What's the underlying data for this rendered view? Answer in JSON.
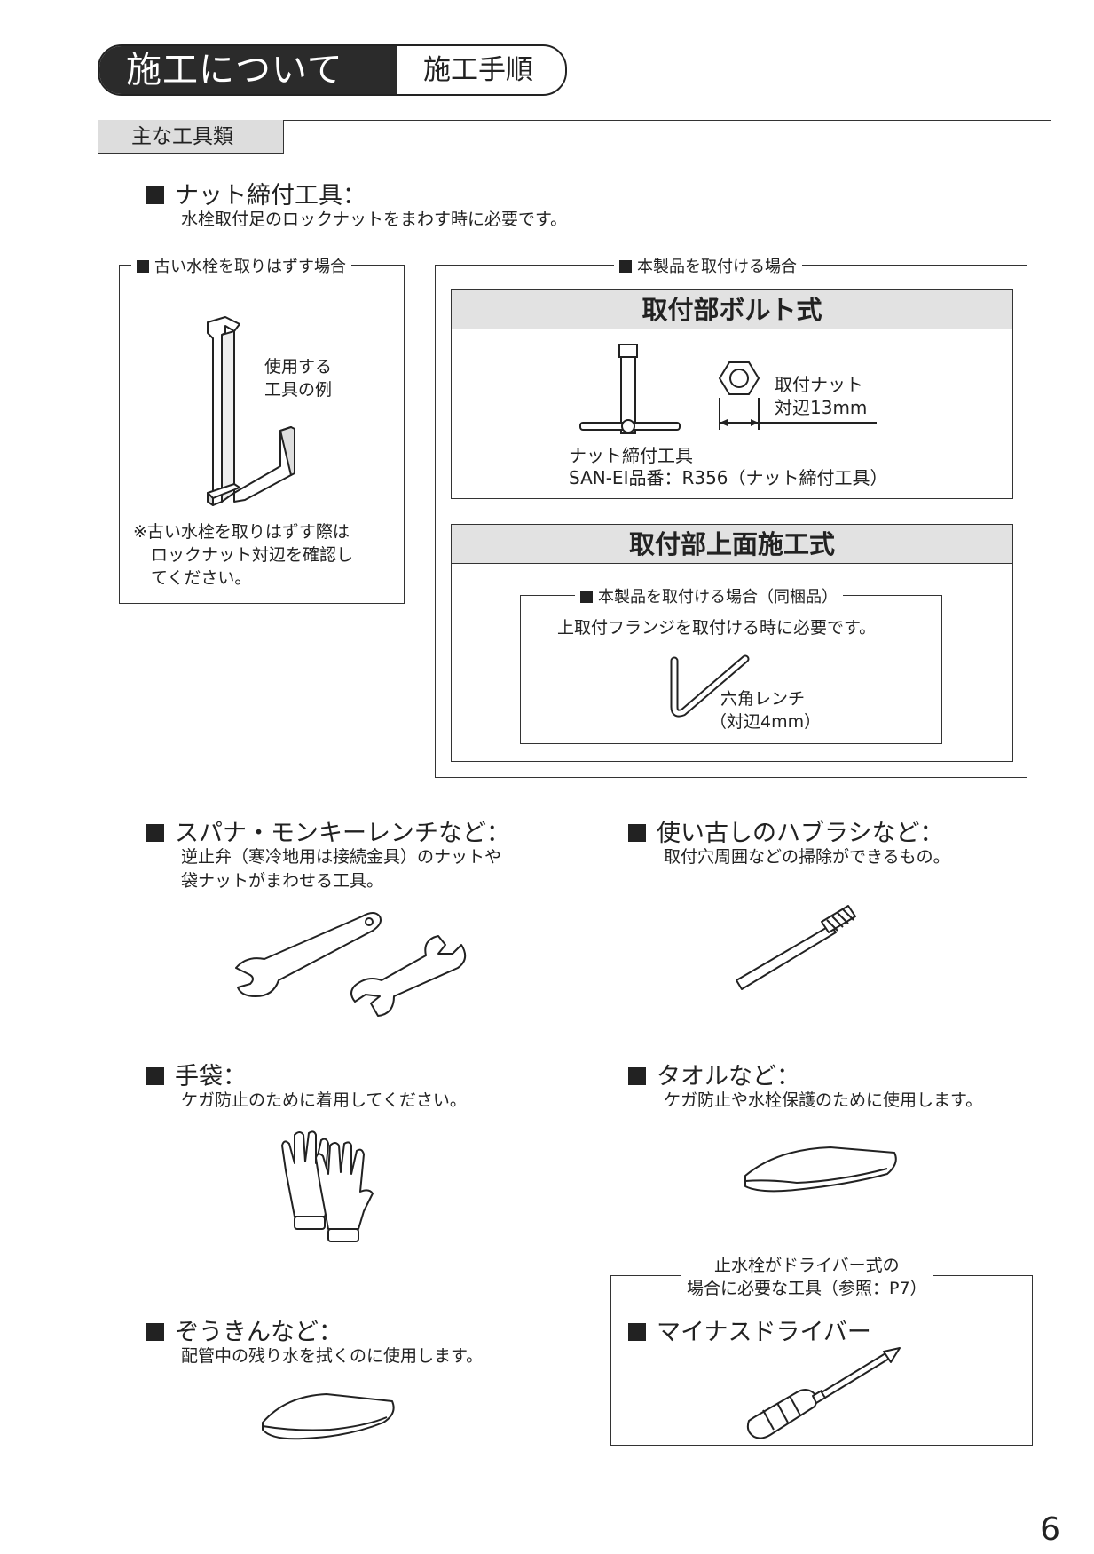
{
  "header": {
    "title": "施工について",
    "subtitle": "施工手順"
  },
  "section_title": "主な工具類",
  "nut_tool": {
    "heading": "ナット締付工具：",
    "description": "水栓取付足のロックナットをまわす時に必要です。",
    "old_faucet_box": {
      "title": "古い水栓を取りはずす場合",
      "example_label_1": "使用する",
      "example_label_2": "工具の例",
      "note_1": "※古い水栓を取りはずす際は",
      "note_2": "ロックナット対辺を確認し",
      "note_3": "てください。"
    },
    "product_box": {
      "title": "本製品を取付ける場合",
      "bolt_type": {
        "heading": "取付部ボルト式",
        "nut_label_1": "取付ナット",
        "nut_label_2": "対辺13mm",
        "tool_label_1": "ナット締付工具",
        "tool_label_2": "SAN-EI品番：R356（ナット締付工具）"
      },
      "top_type": {
        "heading": "取付部上面施工式",
        "inner_title": "本製品を取付ける場合（同梱品）",
        "inner_desc": "上取付フランジを取付ける時に必要です。",
        "wrench_label_1": "六角レンチ",
        "wrench_label_2": "（対辺4mm）"
      }
    }
  },
  "tools": {
    "spanner": {
      "heading": "スパナ・モンキーレンチなど：",
      "desc_1": "逆止弁（寒冷地用は接続金具）のナットや",
      "desc_2": "袋ナットがまわせる工具。"
    },
    "brush": {
      "heading": "使い古しのハブラシなど：",
      "desc": "取付穴周囲などの掃除ができるもの。"
    },
    "gloves": {
      "heading": "手袋：",
      "desc": "ケガ防止のために着用してください。"
    },
    "towel": {
      "heading": "タオルなど：",
      "desc": "ケガ防止や水栓保護のために使用します。"
    },
    "rag": {
      "heading": "ぞうきんなど：",
      "desc": "配管中の残り水を拭くのに使用します。"
    },
    "driver": {
      "box_title_1": "止水栓がドライバー式の",
      "box_title_2": "場合に必要な工具（参照：P7）",
      "heading": "マイナスドライバー"
    }
  },
  "page_number": "6"
}
